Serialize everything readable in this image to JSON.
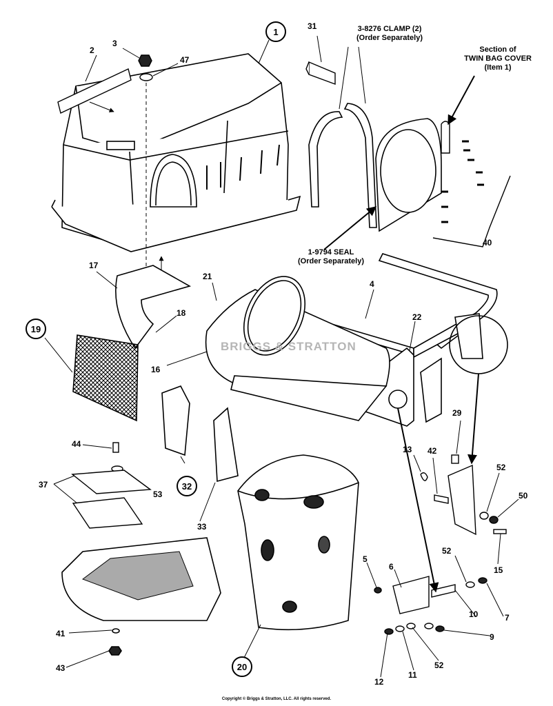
{
  "callouts": {
    "p1": "1",
    "p2": "2",
    "p3": "3",
    "p4": "4",
    "p5": "5",
    "p6": "6",
    "p7": "7",
    "p9": "9",
    "p10": "10",
    "p11": "11",
    "p12": "12",
    "p13": "13",
    "p15": "15",
    "p16": "16",
    "p17": "17",
    "p18": "18",
    "p19": "19",
    "p20": "20",
    "p21": "21",
    "p22": "22",
    "p29": "29",
    "p31": "31",
    "p32": "32",
    "p33": "33",
    "p37": "37",
    "p40": "40",
    "p41": "41",
    "p42": "42",
    "p43": "43",
    "p44": "44",
    "p47": "47",
    "p50": "50",
    "p52a": "52",
    "p52b": "52",
    "p52c": "52",
    "p53": "53"
  },
  "notes": {
    "clamp_line1": "3-8276 CLAMP (2)",
    "clamp_line2": "(Order Separately)",
    "section_line1": "Section of",
    "section_line2": "TWIN BAG COVER",
    "section_line3": "(Item 1)",
    "seal_line1": "1-9794 SEAL",
    "seal_line2": "(Order Separately)"
  },
  "watermark": "BRIGGS & STRATTON",
  "copyright": "Copyright © Briggs & Stratton, LLC. All rights reserved."
}
